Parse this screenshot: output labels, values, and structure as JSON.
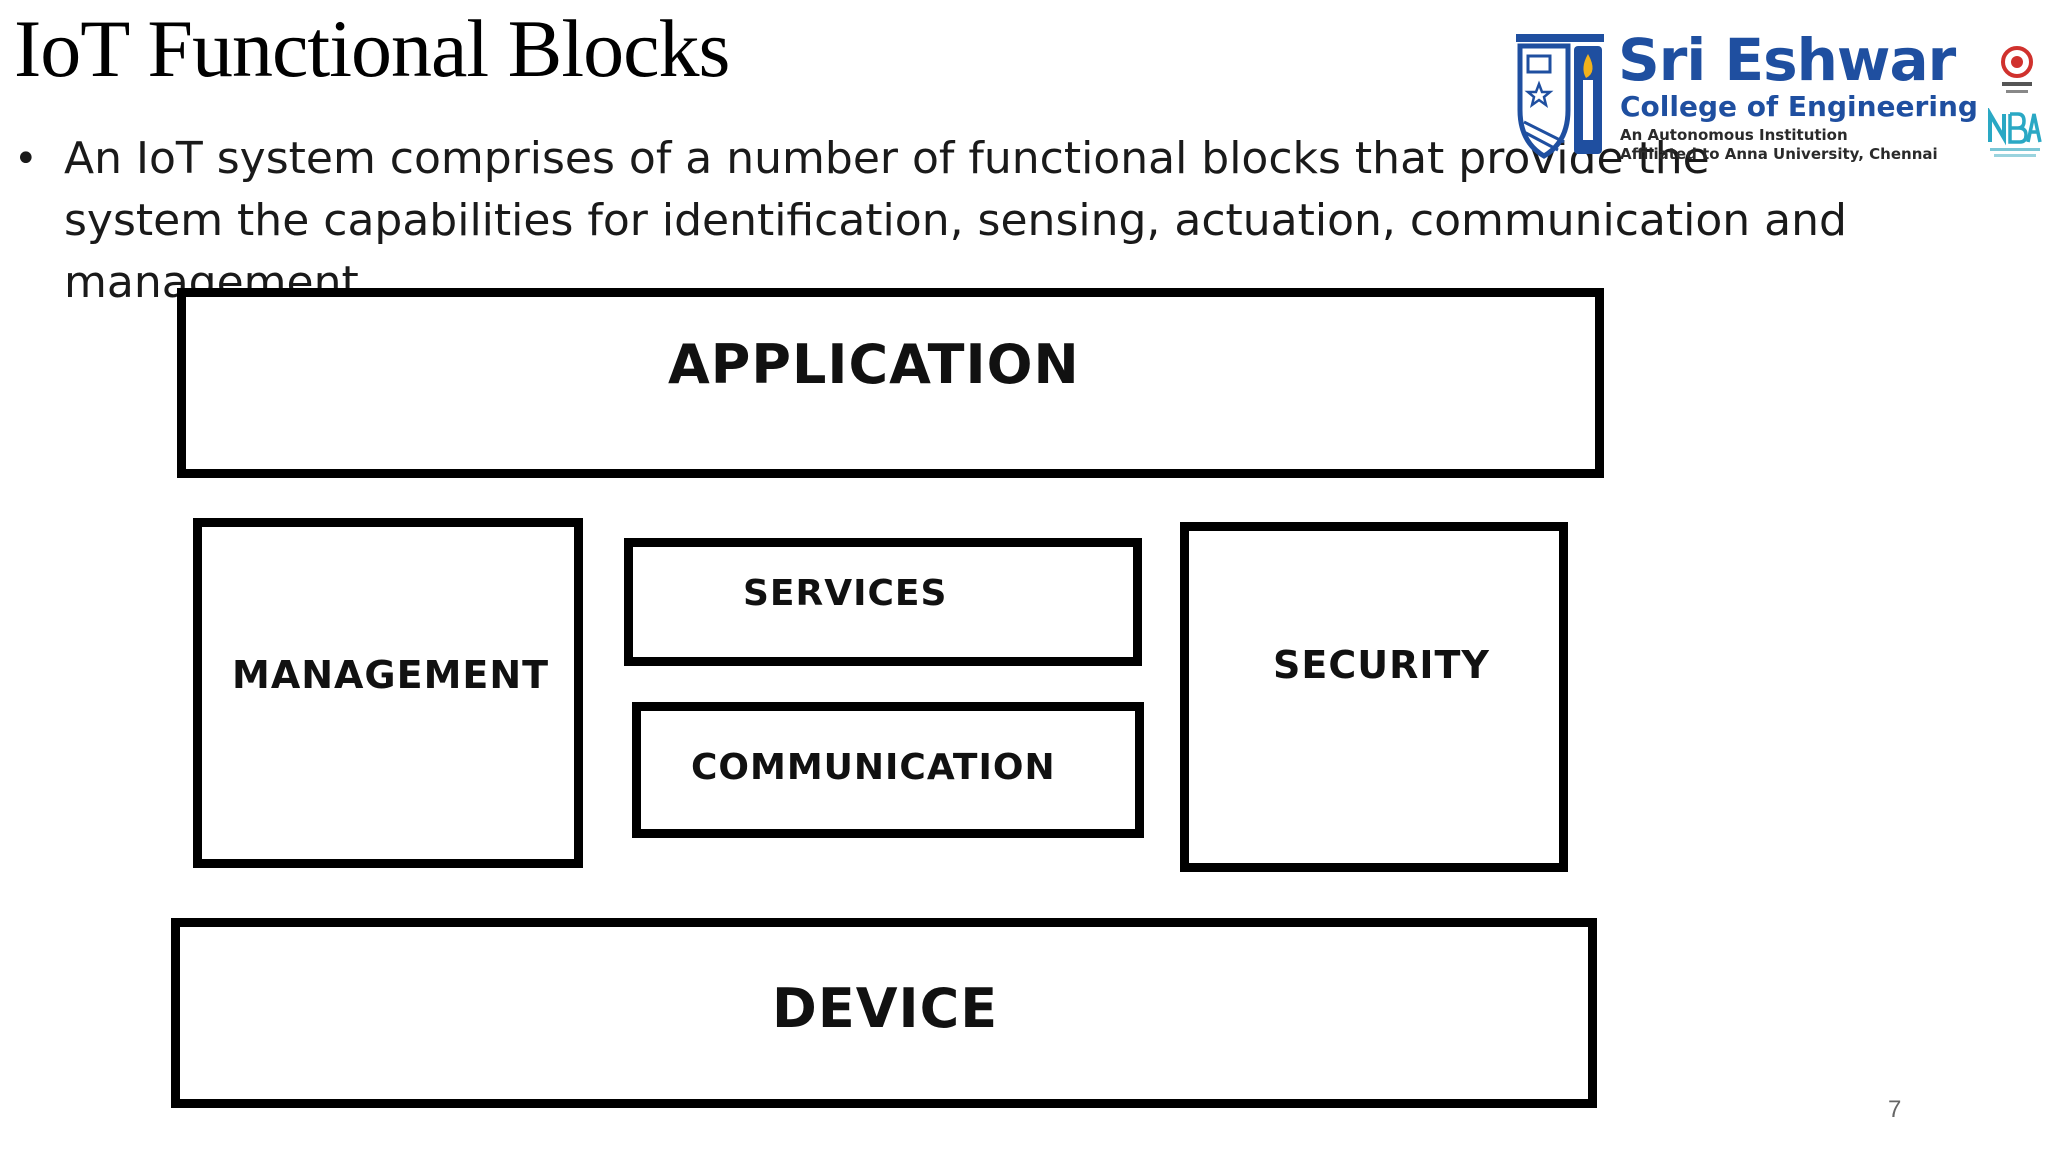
{
  "slide": {
    "title": "IoT Functional Blocks",
    "bullet": "An IoT system comprises of a number of functional blocks that provide the system the capabilities for identification, sensing, actuation, communication and management..",
    "page_number": "7"
  },
  "logo": {
    "name": "Sri Eshwar",
    "subtitle": "College of Engineering",
    "tagline_1": "An Autonomous Institution",
    "tagline_2": "Affiliated to Anna University, Chennai",
    "brand_color": "#1f4fa0",
    "accent_color": "#f2b21c"
  },
  "diagram": {
    "blocks": {
      "application": "APPLICATION",
      "management": "MANAGEMENT",
      "services": "SERVICES",
      "communication": "COMMUNICATION",
      "security": "SECURITY",
      "device": "DEVICE"
    }
  }
}
